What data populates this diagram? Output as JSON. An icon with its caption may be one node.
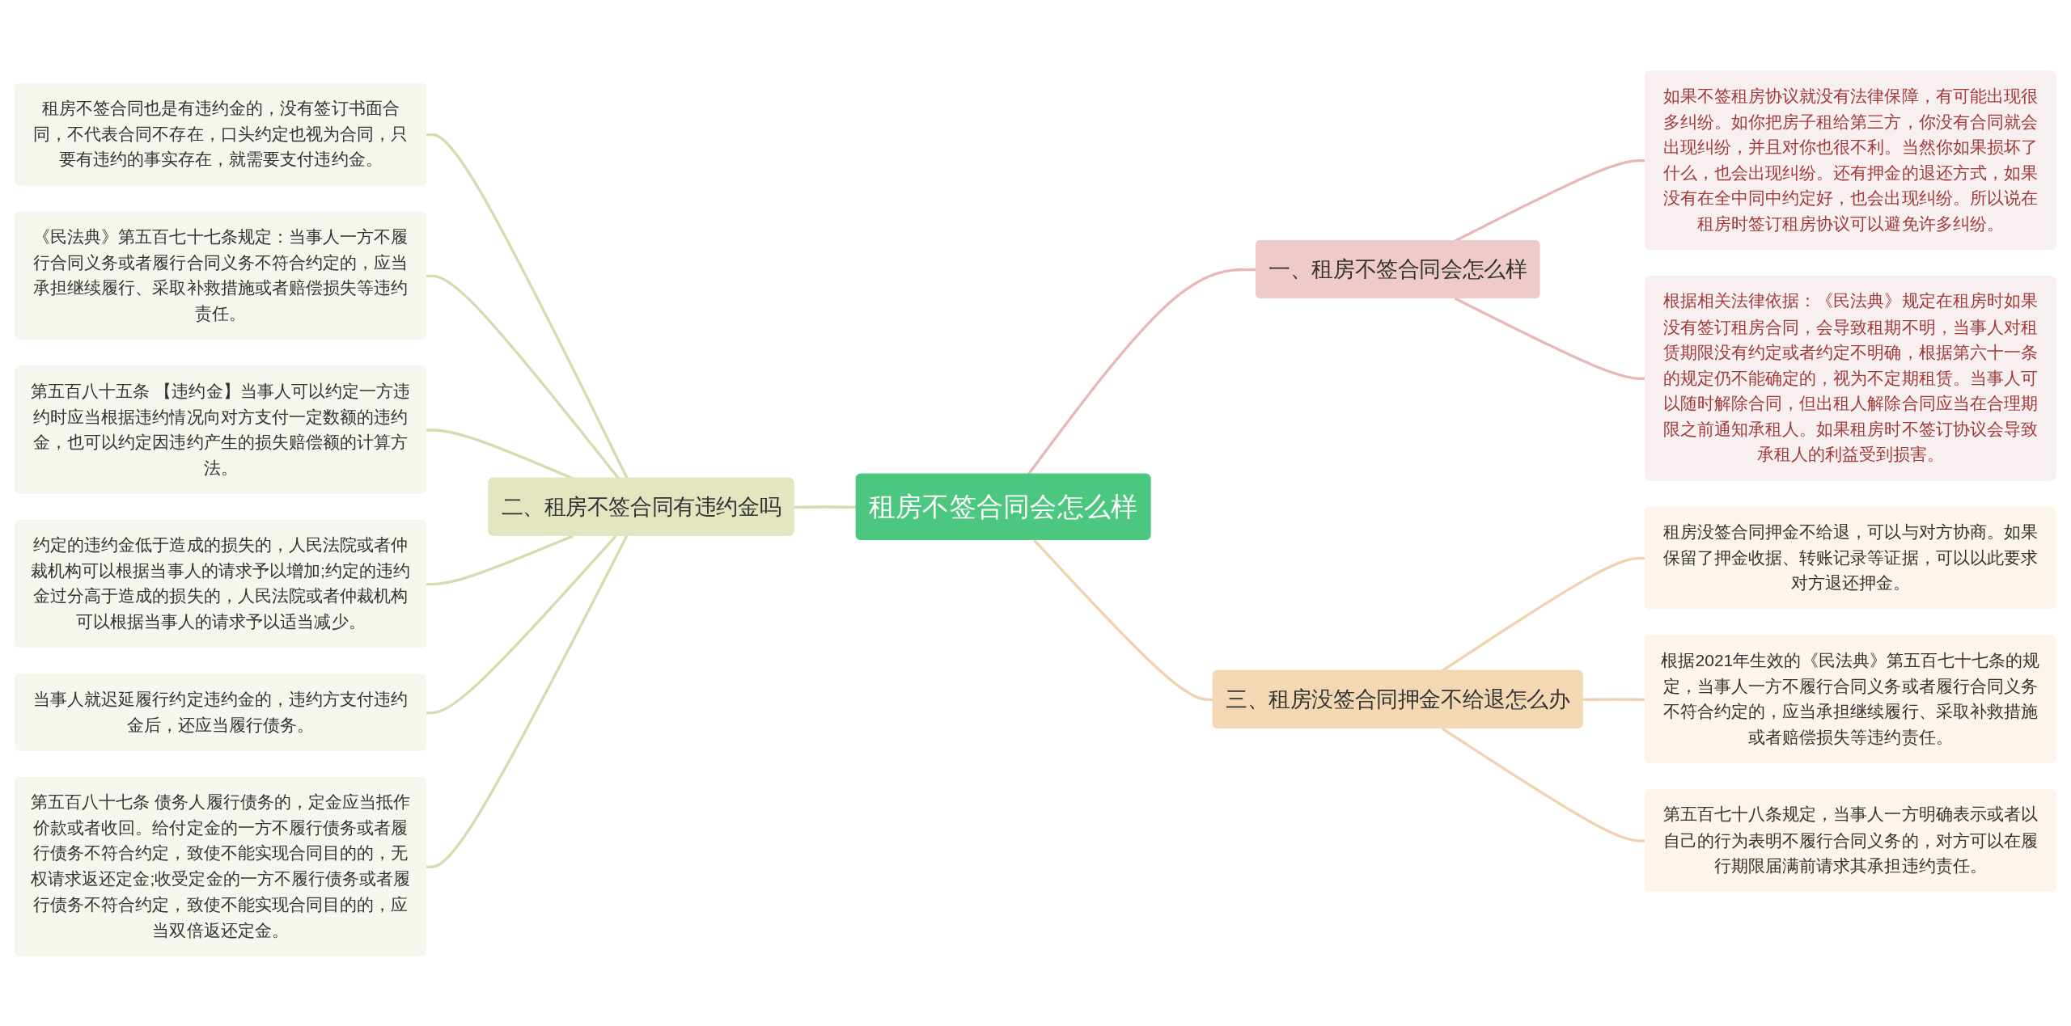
{
  "diagram": {
    "nodes": [
      {
        "text": [
          "租房不签合同会怎么样"
        ]
      },
      {
        "text": [
          "一、租房不签合同会怎么样"
        ]
      },
      {
        "text": [
          "如果不签租房协议就没有法律保障，有可能出现很多纠纷。如你把房子租给第三方，你没有合同就会出现纠纷，并且对你也很不利。当然你如果损坏了什么，也会出现纠纷。还有押金的退还方式，如果没有在全中同中约定好，也会出现纠纷。所以说在租房时签订租房协议可以避免许多纠纷。"
        ]
      },
      {
        "text": [
          "根据相关法律依据：《民法典》规定在租房时如果没有签订租房合同，会导致租期不明，当事人对租赁期限没有约定或者约定不明确，根据第六十一条的规定仍不能确定的，视为不定期租赁。当事人可以随时解除合同，但出租人解除合同应当在合理期限之前通知承租人。如果租房时不签订协议会导致承租人的利益受到损害。"
        ]
      },
      {
        "text": [
          "二、租房不签合同有违约金吗"
        ]
      },
      {
        "text": [
          "租房不签合同也是有违约金的，没有签订书面合同，不代表合同不存在，口头约定也视为合同，只要有违约的事实存在，就需要支付违约金。"
        ]
      },
      {
        "text": [
          "《民法典》第五百七十七条规定：当事人一方不履行合同义务或者履行合同义务不符合约定的，应当承担继续履行、采取补救措施或者赔偿损失等违约责任。"
        ]
      },
      {
        "text": [
          "第五百八十五条 【违约金】当事人可以约定一方违约时应当根据违约情况向对方支付一定数额的违约金，也可以约定因违约产生的损失赔偿额的计算方法。"
        ]
      },
      {
        "text": [
          "约定的违约金低于造成的损失的，人民法院或者仲裁机构可以根据当事人的请求予以增加;约定的违约金过分高于造成的损失的，人民法院或者仲裁机构可以根据当事人的请求予以适当减少。"
        ]
      },
      {
        "text": [
          "当事人就迟延履行约定违约金的，违约方支付违约金后，还应当履行债务。"
        ]
      },
      {
        "text": [
          "第五百八十七条 债务人履行债务的，定金应当抵作价款或者收回。给付定金的一方不履行债务或者履行债务不符合约定，致使不能实现合同目的的，无权请求返还定金;收受定金的一方不履行债务或者履行债务不符合约定，致使不能实现合同目的的，应当双倍返还定金。"
        ]
      },
      {
        "text": [
          "三、租房没签合同押金不给退怎么办"
        ]
      },
      {
        "text": [
          "租房没签合同押金不给退，可以与对方协商。如果保留了押金收据、转账记录等证据，可以以此要求对方退还押金。"
        ]
      },
      {
        "text": [
          "根据2021年生效的《民法典》第五百七十七条的规定，当事人一方不履行合同义务或者履行合同义务不符合约定的，应当承担继续履行、采取补救措施或者赔偿损失等违约责任。"
        ]
      },
      {
        "text": [
          "第五百七十八条规定，当事人一方明确表示或者以自己的行为表明不履行合同义务的，对方可以在履行期限届满前请求其承担违约责任。"
        ]
      }
    ],
    "edges": [
      {
        "from": 0,
        "to": 1,
        "arrow": "none",
        "color": "#e8b8b8"
      },
      {
        "from": 1,
        "to": 2,
        "arrow": "none",
        "color": "#e8b8b8"
      },
      {
        "from": 1,
        "to": 3,
        "arrow": "none",
        "color": "#e8b8b8"
      },
      {
        "from": 0,
        "to": 4,
        "arrow": "none"
      },
      {
        "from": 4,
        "to": 5,
        "arrow": "none"
      },
      {
        "from": 4,
        "to": 6,
        "arrow": "none"
      },
      {
        "from": 4,
        "to": 7,
        "arrow": "none"
      },
      {
        "from": 4,
        "to": 8,
        "arrow": "none"
      },
      {
        "from": 4,
        "to": 9,
        "arrow": "none"
      },
      {
        "from": 4,
        "to": 10,
        "arrow": "none"
      },
      {
        "from": 0,
        "to": 11,
        "arrow": "none",
        "color": "#f0d2ae"
      },
      {
        "from": 11,
        "to": 12,
        "arrow": "none",
        "color": "#f0d2ae"
      },
      {
        "from": 11,
        "to": 13,
        "arrow": "none",
        "color": "#f0d2ae"
      },
      {
        "from": 11,
        "to": 14,
        "arrow": "none",
        "color": "#f0d2ae"
      }
    ]
  }
}
